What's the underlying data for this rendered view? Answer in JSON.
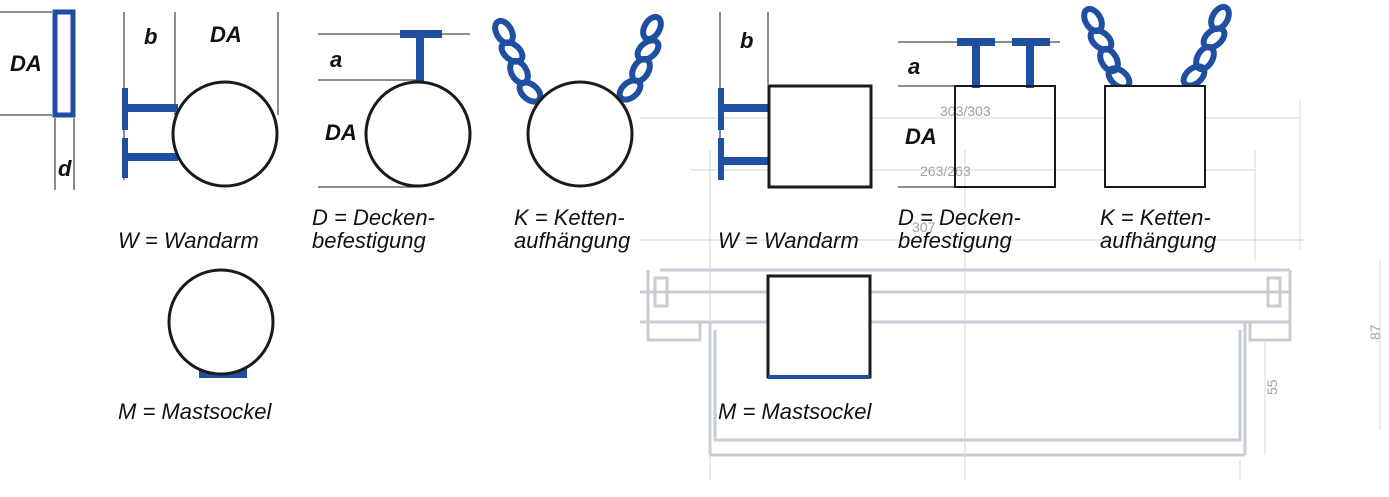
{
  "colors": {
    "accent_blue": "#1e4fa0",
    "line": "#1a1a1a",
    "background_drawing": "#c7ccd2"
  },
  "dimensions": {
    "da": "DA",
    "b": "b",
    "d": "d",
    "a": "a"
  },
  "round_mounts": {
    "wall": "W = Wandarm",
    "ceiling": "D = Decken-\nbefestigung",
    "chain": "K = Ketten-\naufhängung",
    "pole": "M = Mastsockel"
  },
  "square_mounts": {
    "wall": "W = Wandarm",
    "ceiling": "D = Decken-\nbefestigung",
    "chain": "K = Ketten-\naufhängung",
    "pole": "M = Mastsockel"
  },
  "background_drawing": {
    "dim_top": "303/303",
    "dim_mid": "263/263",
    "dim_side": "55",
    "dim_far": "87",
    "dim_frame": "307"
  }
}
